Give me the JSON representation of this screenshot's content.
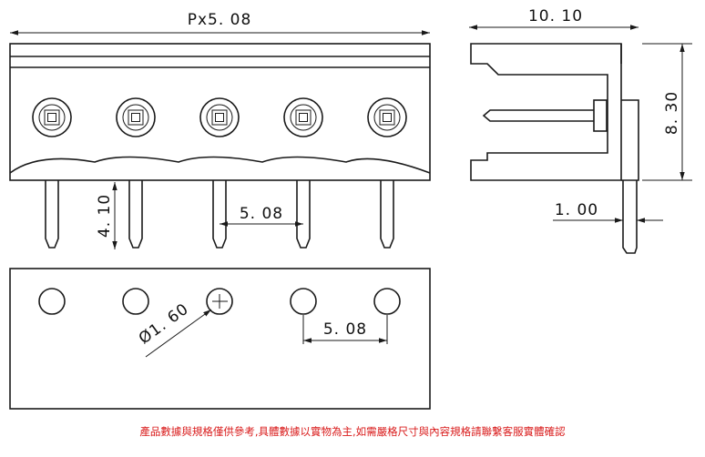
{
  "dimensions": {
    "total_width": "Px5. 08",
    "pin_pitch_top": "5. 08",
    "pin_length": "4. 10",
    "side_width": "10. 10",
    "side_height": "8. 30",
    "pin_thickness": "1. 00",
    "hole_diameter": "Ø1. 60",
    "hole_pitch": "5. 08"
  },
  "positions": 5,
  "footer_note": "產品數據與規格僅供參考,具體數據以實物為主,如需嚴格尺寸與內容規格請聯繫客服實體確認",
  "colors": {
    "line": "#1a1a1a",
    "note": "#d91a1a"
  }
}
